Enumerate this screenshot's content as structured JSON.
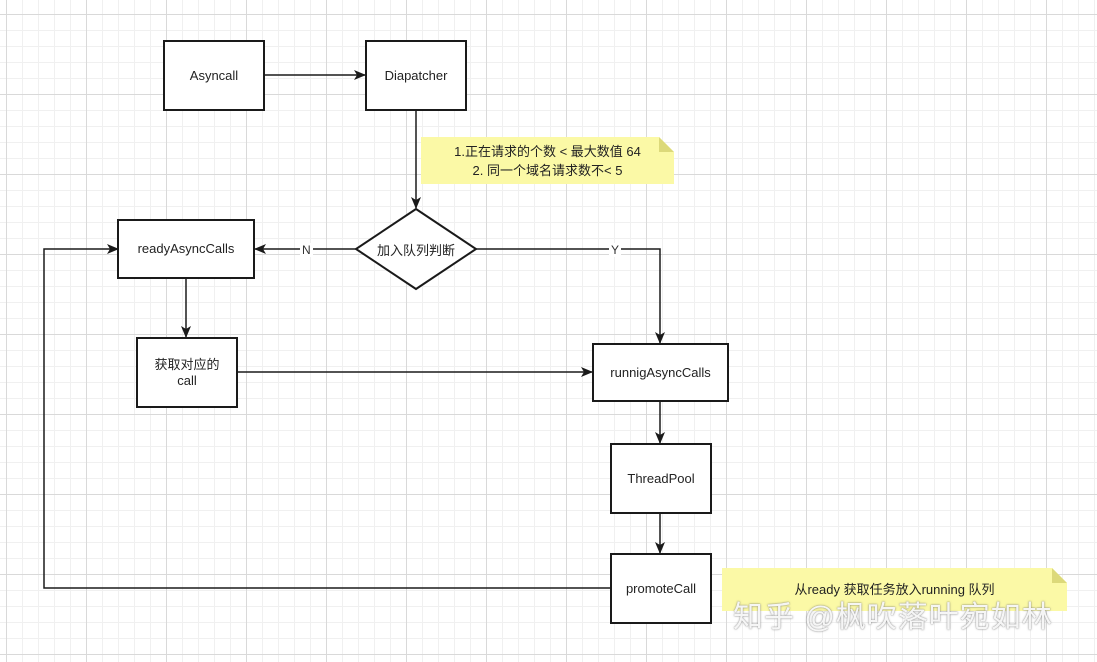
{
  "nodes": {
    "asyncall": "Asyncall",
    "diapatcher": "Diapatcher",
    "decision": "加入队列判断",
    "ready_async_calls": "readyAsyncCalls",
    "get_call": "获取对应的\ncall",
    "running_async_calls": "runnigAsyncCalls",
    "thread_pool": "ThreadPool",
    "promote_call": "promoteCall"
  },
  "notes": {
    "condition_line_1": "1.正在请求的个数 < 最大数值 64",
    "condition_line_2": "2. 同一个域名请求数不< 5",
    "promote_note": "从ready 获取任务放入running 队列"
  },
  "edge_labels": {
    "no": "N",
    "yes": "Y"
  },
  "watermark": "知乎 @枫吹落叶宛如林",
  "colors": {
    "stroke": "#1a1a1a",
    "note_fill": "#fbf9a6",
    "note_fold": "#dcd97a",
    "grid": "#d9d9d9",
    "background": "#ffffff"
  }
}
